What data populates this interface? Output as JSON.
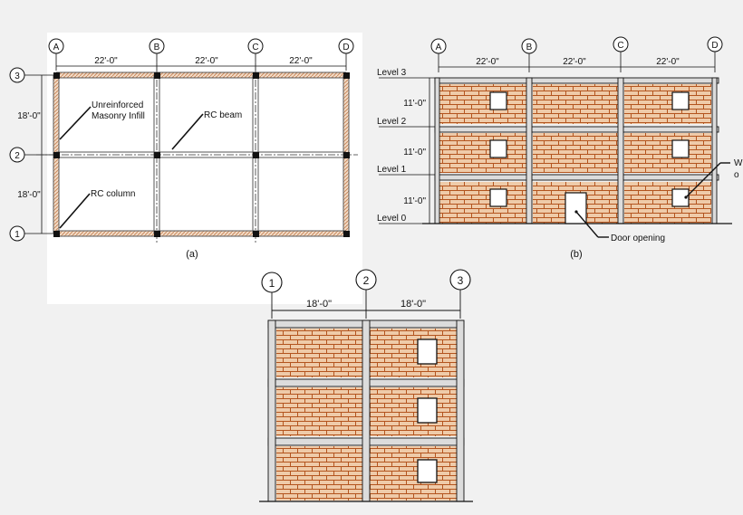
{
  "plan": {
    "grid_letters": [
      "A",
      "B",
      "C",
      "D"
    ],
    "grid_numbers": [
      "3",
      "2",
      "1"
    ],
    "bay_widths": [
      "22'-0\"",
      "22'-0\"",
      "22'-0\""
    ],
    "bay_heights": [
      "18'-0\"",
      "18'-0\""
    ],
    "label_infill_line1": "Unreinforced",
    "label_infill_line2": "Masonry Infill",
    "label_beam": "RC beam",
    "label_column": "RC column",
    "caption": "(a)"
  },
  "front_elevation": {
    "grid_letters": [
      "A",
      "B",
      "C",
      "D"
    ],
    "bay_widths": [
      "22'-0\"",
      "22'-0\"",
      "22'-0\""
    ],
    "levels": [
      "Level 3",
      "Level 2",
      "Level 1",
      "Level 0"
    ],
    "story_heights": [
      "11'-0\"",
      "11'-0\"",
      "11'-0\""
    ],
    "label_door": "Door opening",
    "label_window_partial_1": "W",
    "label_window_partial_2": "o",
    "caption": "(b)"
  },
  "side_elevation": {
    "grid_numbers": [
      "1",
      "2",
      "3"
    ],
    "bay_widths": [
      "18'-0\"",
      "18'-0\""
    ]
  },
  "colors": {
    "background": "#f1f1f1",
    "panel": "#ffffff",
    "brick_fill": "#efcba9",
    "mortar": "#b3541e",
    "frame": "#111111",
    "infill_hatch": "#d9a27a"
  }
}
